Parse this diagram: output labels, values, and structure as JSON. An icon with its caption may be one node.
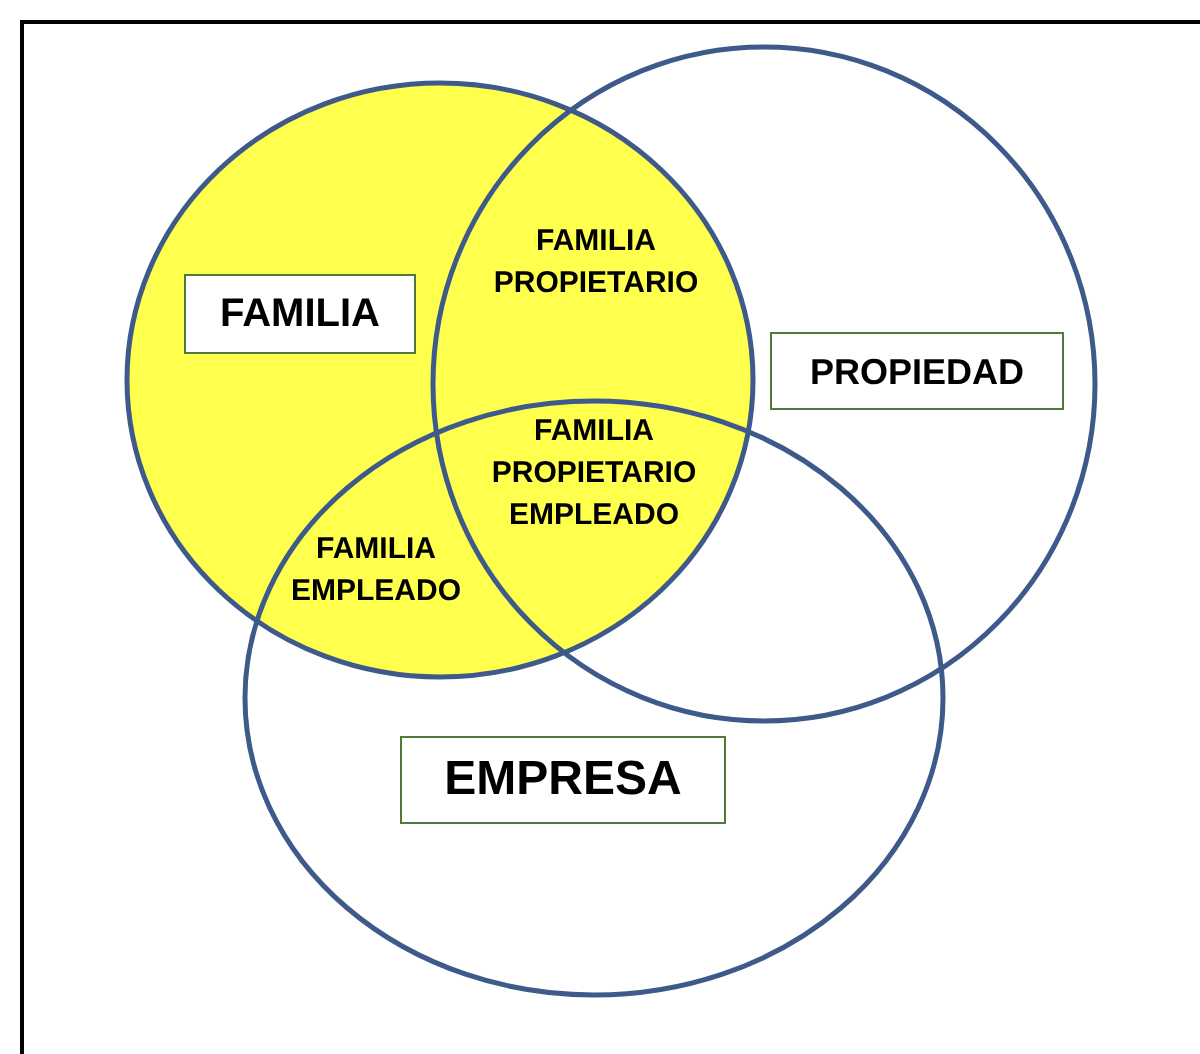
{
  "diagram": {
    "nodes": [
      {
        "text": [],
        "shape": "circle"
      },
      {
        "text": [],
        "shape": "circle"
      },
      {
        "text": [],
        "shape": "circle"
      },
      {
        "text": [
          "FAMILIA"
        ],
        "in": 0
      },
      {
        "text": [
          "PROPIEDAD"
        ],
        "in": 1
      },
      {
        "text": [
          "EMPRESA"
        ],
        "in": 2
      }
    ],
    "labels": [
      "FAMILIA PROPIETARIO",
      "FAMILIA PROPIETARIO EMPLEADO",
      "FAMILIA EMPLEADO"
    ]
  }
}
